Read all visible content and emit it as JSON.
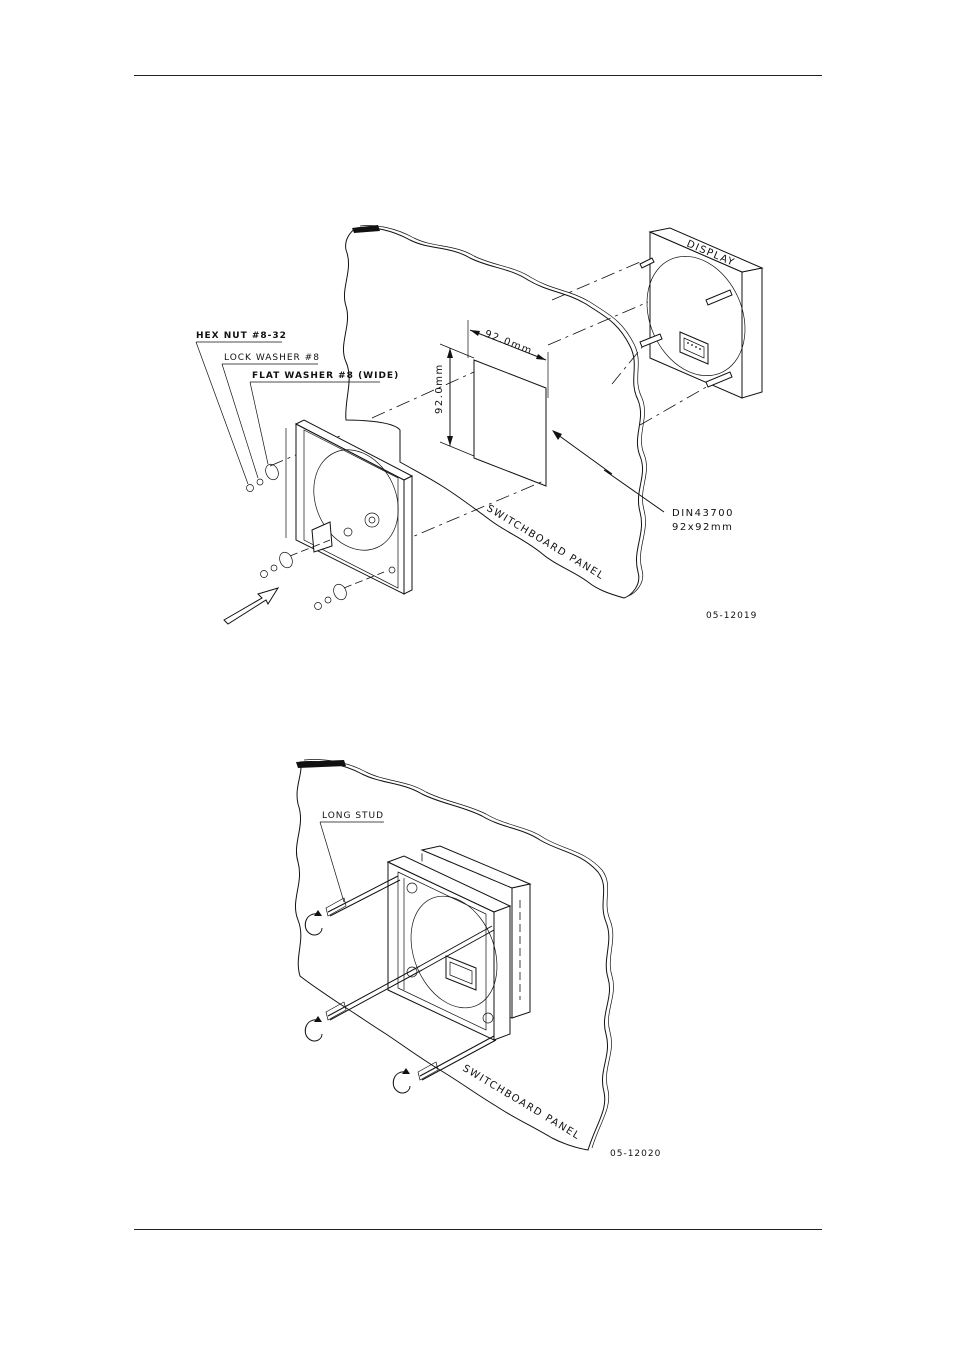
{
  "figure1": {
    "label_hex_nut": "HEX NUT #8-32",
    "label_lock_washer": "LOCK WASHER #8",
    "label_flat_washer": "FLAT WASHER #8 (WIDE)",
    "label_display": "DISPLAY",
    "dim_width": "92.0mm",
    "dim_height": "92.0mm",
    "label_din_line1": "DIN43700",
    "label_din_line2": "92x92mm",
    "label_panel": "SWITCHBOARD PANEL",
    "drawing_number": "05-12019"
  },
  "figure2": {
    "label_long_stud": "LONG STUD",
    "label_panel": "SWITCHBOARD PANEL",
    "drawing_number": "05-12020"
  }
}
